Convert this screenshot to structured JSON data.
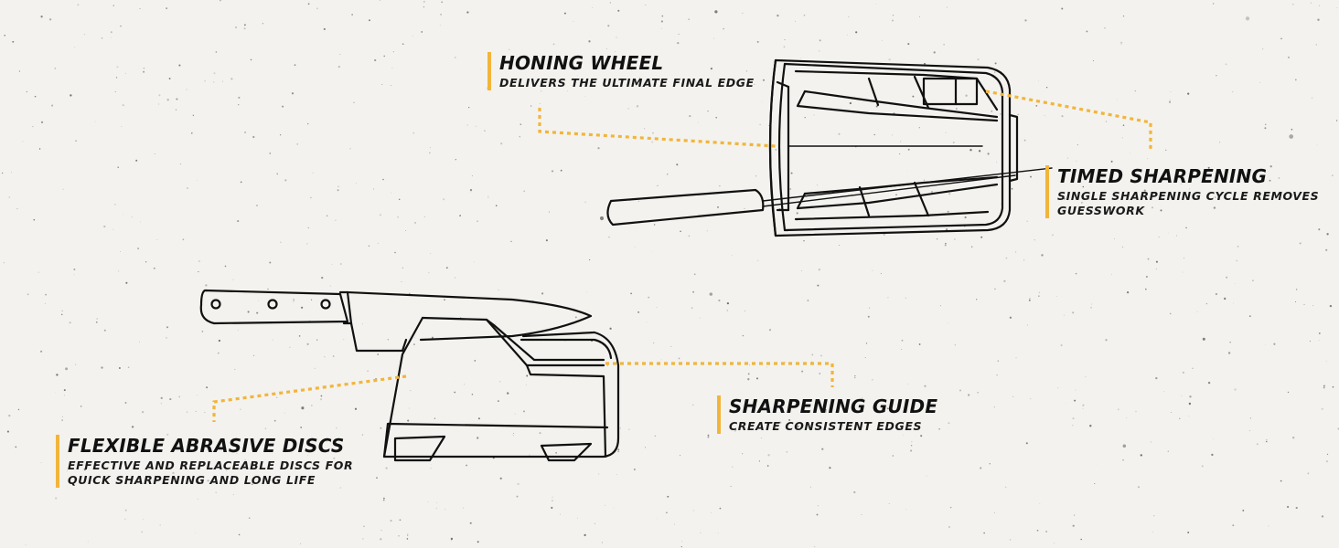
{
  "colors": {
    "accent": "#f2b53a",
    "line": "#111111",
    "background": "#f3f2ee"
  },
  "callouts": {
    "honing": {
      "title": "HONING WHEEL",
      "description": "DELIVERS THE ULTIMATE FINAL EDGE"
    },
    "timed": {
      "title": "TIMED SHARPENING",
      "description": "SINGLE SHARPENING CYCLE REMOVES GUESSWORK"
    },
    "guide": {
      "title": "SHARPENING GUIDE",
      "description": "CREATE CONSISTENT EDGES"
    },
    "discs": {
      "title": "FLEXIBLE ABRASIVE DISCS",
      "description": "EFFECTIVE AND REPLACEABLE DISCS FOR QUICK SHARPENING AND LONG LIFE"
    }
  }
}
